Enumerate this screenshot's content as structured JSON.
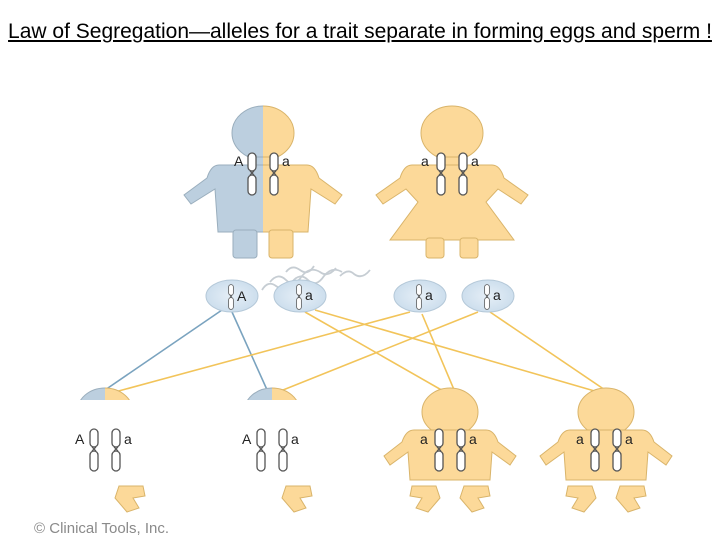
{
  "title": "Law of Segregation—alleles for a trait separate in forming eggs and sperm !",
  "copyright": "Clinical Tools, Inc.",
  "copyright_symbol": "©",
  "parents": [
    {
      "left_allele": "A",
      "right_allele": "a"
    },
    {
      "left_allele": "a",
      "right_allele": "a"
    }
  ],
  "gametes": [
    "A",
    "a",
    "a",
    "a"
  ],
  "children": [
    {
      "left_allele": "A",
      "right_allele": "a"
    },
    {
      "left_allele": "A",
      "right_allele": "a"
    },
    {
      "left_allele": "a",
      "right_allele": "a"
    },
    {
      "left_allele": "a",
      "right_allele": "a"
    }
  ],
  "colors": {
    "dominant_blue": "#bccfdf",
    "recessive_yellow": "#fcd999",
    "blue_line": "#7aa3bf",
    "yellow_line": "#f2c45a"
  }
}
